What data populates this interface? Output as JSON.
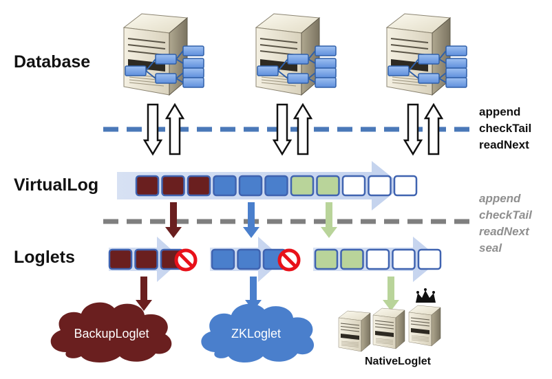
{
  "rows": {
    "database": "Database",
    "virtuallog": "VirtualLog",
    "loglets": "Loglets"
  },
  "api_top": [
    "append",
    "checkTail",
    "readNext"
  ],
  "api_mid": [
    "append",
    "checkTail",
    "readNext",
    "seal"
  ],
  "clouds": {
    "backup": "BackupLoglet",
    "zk": "ZKLoglet"
  },
  "native": "NativeLoglet",
  "colors": {
    "maroon": "#6a1f1f",
    "blue": "#4a7fcc",
    "green": "#b9d49a",
    "empty": "#ffffff",
    "border": "#3f63b0",
    "dashed_top": "#4a78b8",
    "dashed_mid": "#7f7f7f",
    "no_sign": "#e8111a"
  },
  "icons": {
    "server": "server-icon",
    "forbidden": "no-entry-icon",
    "crown": "crown-icon"
  }
}
